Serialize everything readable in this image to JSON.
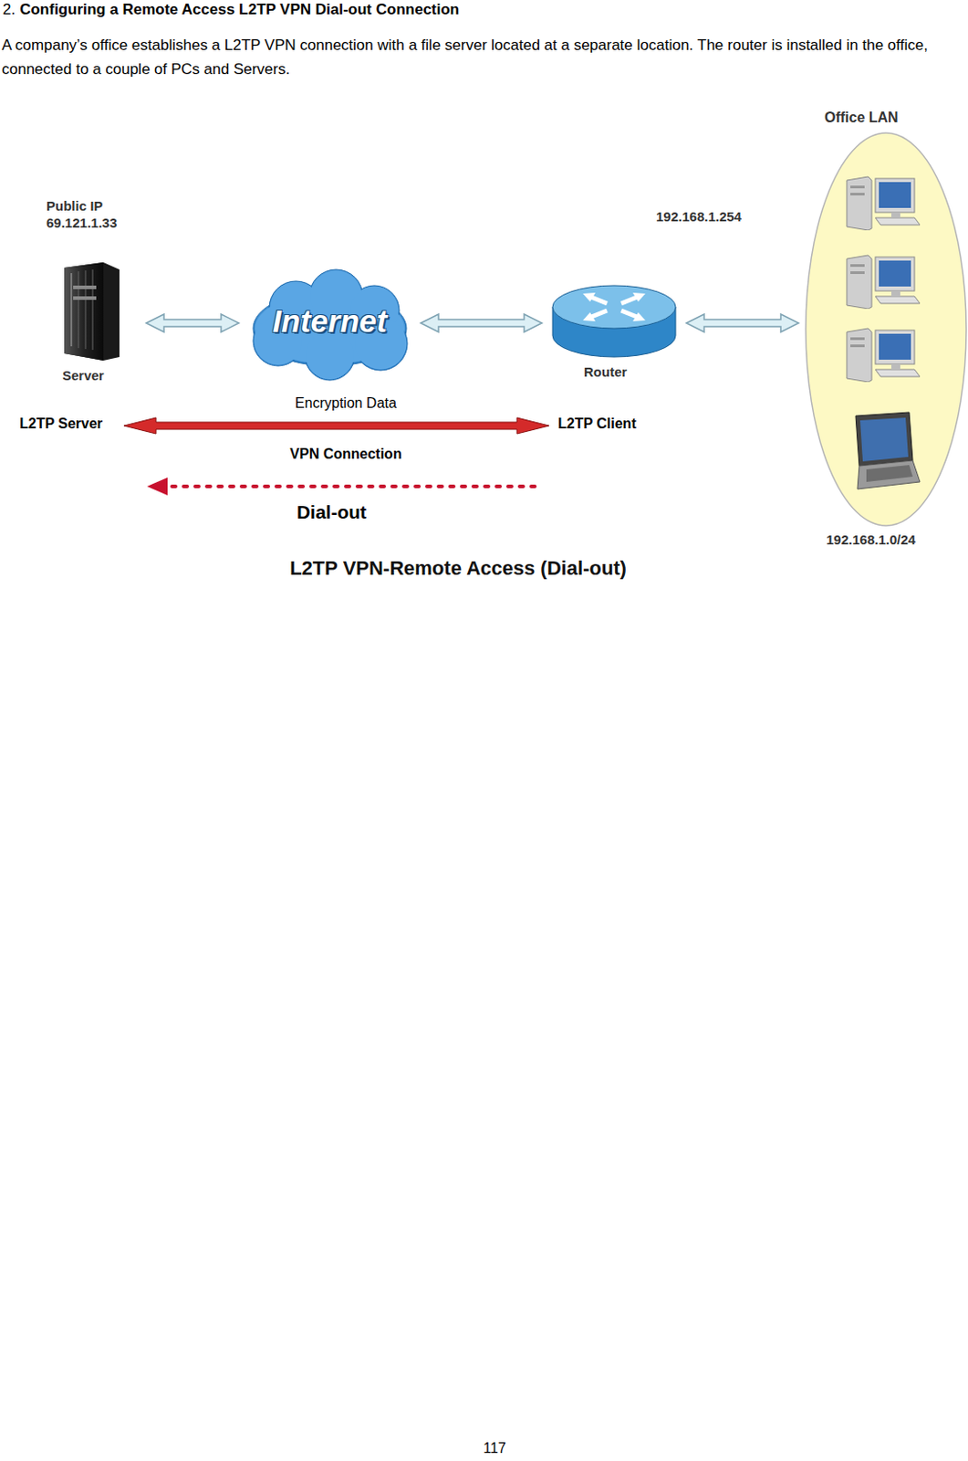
{
  "diagram": {
    "title": "Configuring a Remote Access L2TP VPN Dial-out Connection",
    "caption": "L2TP VPN-Remote Access (Dial-out)",
    "nodes": [
      {
        "text": [
          "Public IP 69.121.1.33",
          "Server"
        ]
      },
      {
        "text": [
          "Internet"
        ]
      },
      {
        "text": [
          "192.168.1.254",
          "Router"
        ]
      },
      {
        "text": [
          "Office LAN",
          "192.168.1.0/24"
        ]
      }
    ],
    "edges": [
      {
        "from": 0,
        "to": 1,
        "arrow": "both"
      },
      {
        "from": 1,
        "to": 2,
        "arrow": "both"
      },
      {
        "from": 2,
        "to": 3,
        "arrow": "both"
      }
    ],
    "labels": [
      "2.",
      "A company’s office establishes a L2TP VPN connection with a file server located at a separate location. The router is installed in the office, connected to a couple of PCs and Servers.",
      "L2TP Server",
      "Encryption Data",
      "L2TP Client",
      "VPN Connection",
      "Dial-out",
      "117"
    ]
  }
}
